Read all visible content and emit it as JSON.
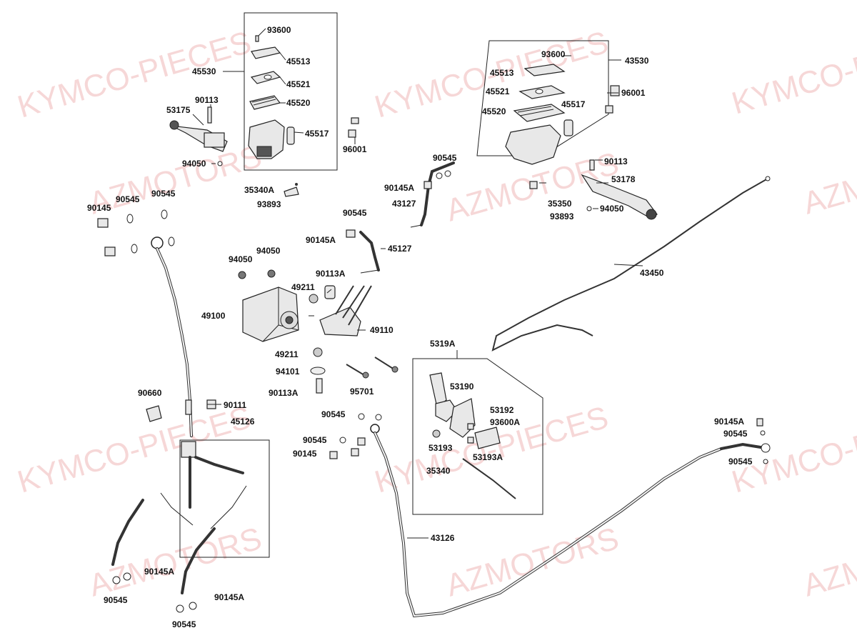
{
  "watermarks": [
    "KYMCO-PIECES",
    "AZMOTORS"
  ],
  "labels": {
    "l93600a": "93600",
    "l45513a": "45513",
    "l45530": "45530",
    "l45521a": "45521",
    "l90113a": "90113",
    "l45520a": "45520",
    "l53175": "53175",
    "l45517a": "45517",
    "l96001a": "96001",
    "l94050a": "94050",
    "l93600b": "93600",
    "l43530": "43530",
    "l45513b": "45513",
    "l45521b": "45521",
    "l96001b": "96001",
    "l45517b": "45517",
    "l45520b": "45520",
    "l90113b": "90113",
    "l53178": "53178",
    "l35350": "35350",
    "l94050b": "94050",
    "l93893b": "93893",
    "l90545a": "90545",
    "l90145Aa": "90145A",
    "l43127": "43127",
    "l35340A": "35340A",
    "l93893a": "93893",
    "l90145a": "90145",
    "l90545b": "90545",
    "l90545c": "90545",
    "l90545d": "90545",
    "l90145Ab": "90145A",
    "l45127": "45127",
    "l94050c": "94050",
    "l94050d": "94050",
    "l90113Aa": "90113A",
    "l49211a": "49211",
    "l49100": "49100",
    "l49110": "49110",
    "l43450": "43450",
    "l49211b": "49211",
    "l94101": "94101",
    "l90113Ab": "90113A",
    "l95701": "95701",
    "l5319A": "5319A",
    "l53190": "53190",
    "l53192": "53192",
    "l93600A": "93600A",
    "l53193": "53193",
    "l53193A": "53193A",
    "l35340": "35340",
    "l90660": "90660",
    "l90111": "90111",
    "l45126": "45126",
    "l90545e": "90545",
    "l90545f": "90545",
    "l90145b": "90145",
    "l43126": "43126",
    "l90145Ac": "90145A",
    "l90545g": "90545",
    "l90545h": "90545",
    "l90145Ad": "90145A",
    "l90545i": "90545",
    "l90145Ae": "90145A",
    "l90545j": "90545"
  }
}
